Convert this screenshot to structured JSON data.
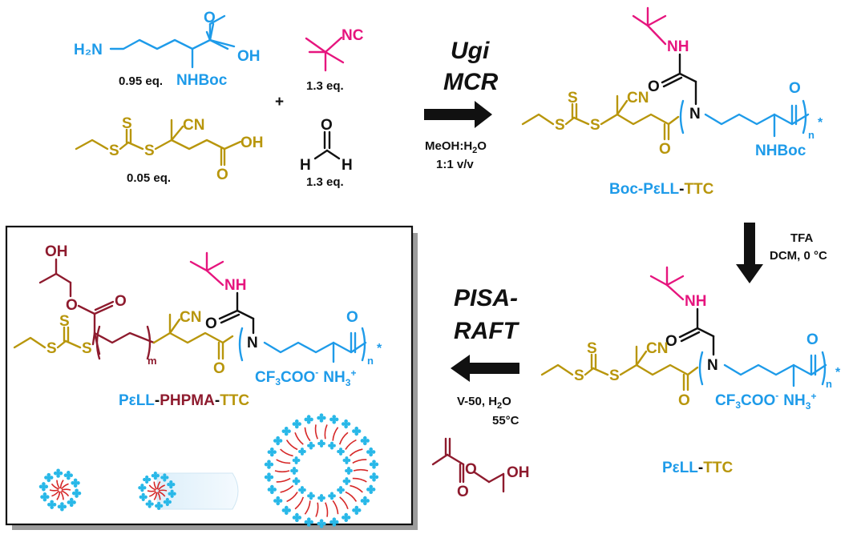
{
  "colors": {
    "blue": "#1E9BE9",
    "pink": "#E6157E",
    "gold": "#B8960C",
    "maroon": "#8E1B2E",
    "black": "#111111",
    "micelle_red": "#D62828",
    "micelle_blue": "#29B8E8"
  },
  "reactants": {
    "lysine": {
      "nh2": "H₂N",
      "o": "O",
      "oh": "OH",
      "nhboc": "NHBoc",
      "eq": "0.95 eq."
    },
    "isocyanide": {
      "nc": "NC",
      "eq": "1.3 eq."
    },
    "cta": {
      "s_top": "S",
      "s_mid": "S",
      "cn": "CN",
      "oh": "OH",
      "o": "O",
      "eq": "0.05 eq."
    },
    "formaldehyde": {
      "o": "O",
      "h1": "H",
      "h2": "H",
      "eq": "1.3 eq."
    },
    "plus": "+"
  },
  "step1": {
    "name_line1": "Ugi",
    "name_line2": "MCR",
    "cond_line1": "MeOH:H",
    "cond_sub": "2",
    "cond_tail": "O",
    "cond_line2": "1:1 v/v"
  },
  "boc_polymer": {
    "nh": "NH",
    "o_amide": "O",
    "s_top": "S",
    "cn": "CN",
    "n": "N",
    "o_ester": "O",
    "o_end": "O",
    "nhboc": "NHBoc",
    "n_sub": "n",
    "star": "*",
    "name_blue": "Boc-PεLL",
    "name_dash": "-",
    "name_gold": "TTC"
  },
  "step2": {
    "line1": "TFA",
    "line2": "DCM, 0 °C"
  },
  "pell": {
    "nh": "NH",
    "o_amide": "O",
    "s_top": "S",
    "cn": "CN",
    "n": "N",
    "o_ester": "O",
    "o_end": "O",
    "counter": "CF",
    "counter_sub": "3",
    "counter_tail": "COO",
    "counter_sup": "-",
    "nh3": "NH",
    "nh3_sub": "3",
    "nh3_sup": "+",
    "n_sub": "n",
    "star": "*",
    "name_blue": "PεLL",
    "name_dash": "-",
    "name_gold": "TTC"
  },
  "step3": {
    "name_line1": "PISA-",
    "name_line2": "RAFT",
    "cond_line1": "V-50, H",
    "cond_sub": "2",
    "cond_tail": "O",
    "cond_line2": "55°C",
    "monomer": {
      "o1": "O",
      "o2": "O",
      "oh": "OH"
    }
  },
  "block": {
    "oh": "OH",
    "o_ester1": "O",
    "o_ester2": "O",
    "s_top": "S",
    "cn": "CN",
    "nh": "NH",
    "o_amide": "O",
    "n": "N",
    "o_end": "O",
    "m_sub": "m",
    "n_sub": "n",
    "star": "*",
    "counter": "CF",
    "counter_sub": "3",
    "counter_tail": "COO",
    "counter_sup": "-",
    "nh3": "NH",
    "nh3_sub": "3",
    "nh3_sup": "+",
    "name_blue": "PεLL",
    "name_dash1": "-",
    "name_maroon": "PHPMA",
    "name_dash2": "-",
    "name_gold": "TTC"
  }
}
